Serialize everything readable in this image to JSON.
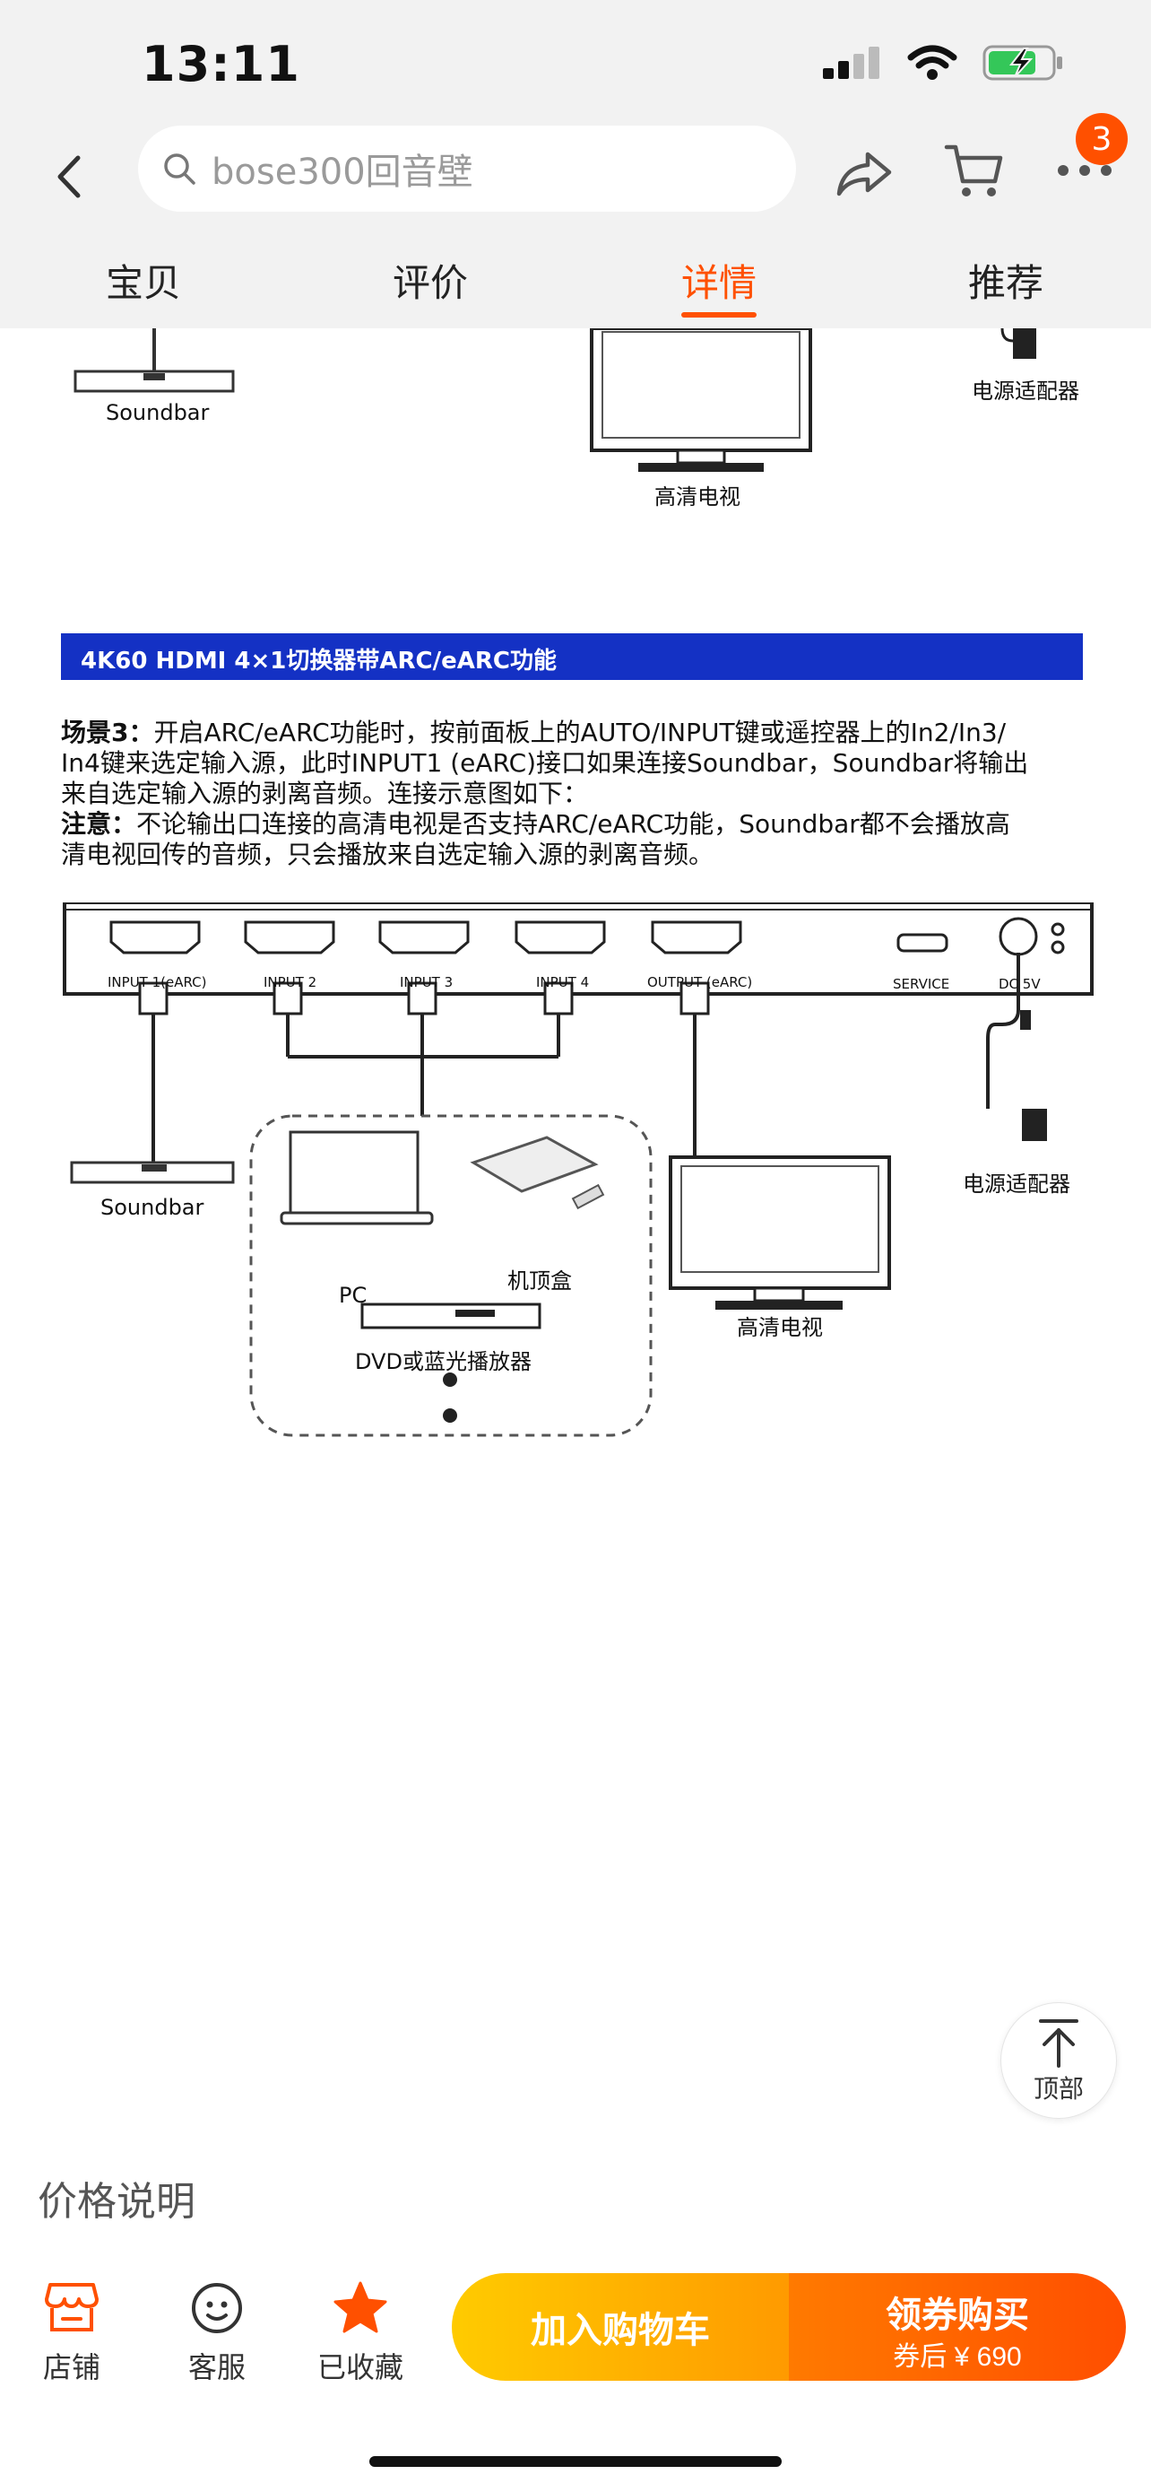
{
  "status": {
    "time": "13:11"
  },
  "search": {
    "query": "bose300回音壁"
  },
  "header": {
    "cart_badge": "3"
  },
  "tabs": [
    {
      "label": "宝贝"
    },
    {
      "label": "评价"
    },
    {
      "label": "详情"
    },
    {
      "label": "推荐"
    }
  ],
  "diagram_top": {
    "soundbar": "Soundbar",
    "tv": "高清电视",
    "adapter": "电源适配器"
  },
  "banner": "4K60 HDMI 4×1切换器带ARC/eARC功能",
  "scenario": {
    "heading": "场景3：",
    "line1": "开启ARC/eARC功能时，按前面板上的AUTO/INPUT键或遥控器上的In2/In3/",
    "line2": "In4键来选定输入源，此时INPUT1 (eARC)接口如果连接Soundbar，Soundbar将输出",
    "line3": "来自选定输入源的剥离音频。连接示意图如下：",
    "note_heading": "注意：",
    "note1": "不论输出口连接的高清电视是否支持ARC/eARC功能，Soundbar都不会播放高",
    "note2": "清电视回传的音频，只会播放来自选定输入源的剥离音频。"
  },
  "ports": {
    "input1": "INPUT 1(eARC)",
    "input2": "INPUT 2",
    "input3": "INPUT 3",
    "input4": "INPUT 4",
    "output": "OUTPUT (eARC)",
    "service": "SERVICE",
    "dc": "DC 5V"
  },
  "diagram": {
    "adapter": "电源适配器",
    "soundbar": "Soundbar",
    "pc": "PC",
    "stb": "机顶盒",
    "tv": "高清电视",
    "dvd": "DVD或蓝光播放器"
  },
  "back_top": "顶部",
  "price_title": "价格说明",
  "bottom": {
    "shop": "店铺",
    "service": "客服",
    "fav": "已收藏",
    "add_cart": "加入购物车",
    "buy_main": "领券购买",
    "buy_sub": "券后 ¥ 690"
  },
  "colors": {
    "accent": "#ff5000",
    "banner": "#1431c4"
  }
}
